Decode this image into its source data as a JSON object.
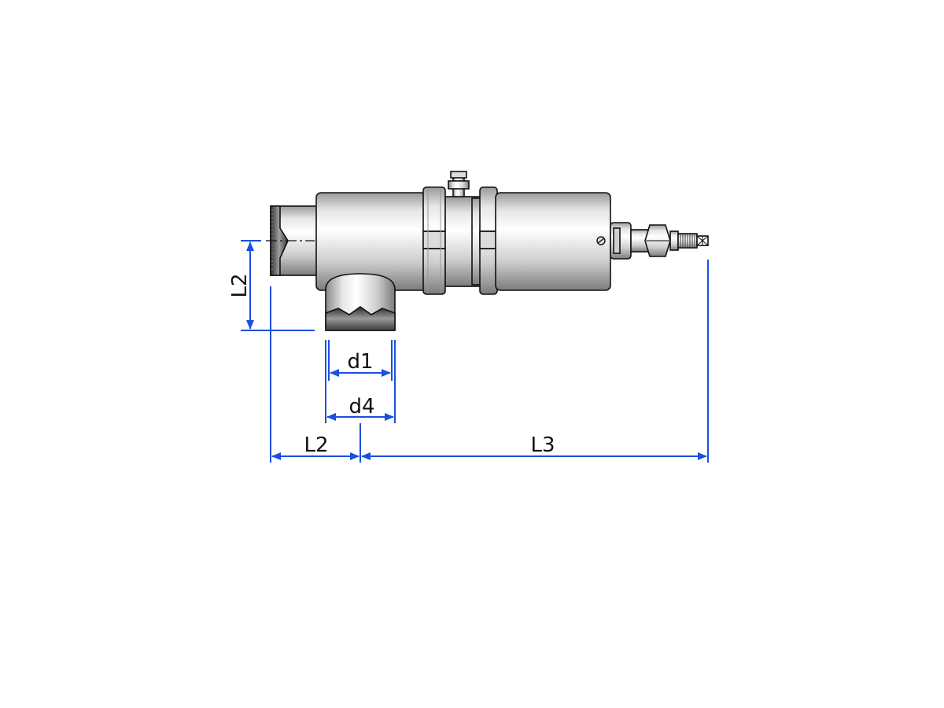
{
  "dimensions": {
    "vertical_offset": "L2",
    "d1": "d1",
    "d4": "d4",
    "horizontal_offset": "L2",
    "overall_length": "L3"
  },
  "colors": {
    "dimension_line": "#1a4fe0",
    "outline": "#111111",
    "body_light": "#f2f2f2",
    "body_dark": "#8a8a8a",
    "background": "#ffffff"
  },
  "icons": {
    "fitting_drawing": "tee-fitting-with-sensor",
    "set_screw": "slotted-screw-icon"
  }
}
